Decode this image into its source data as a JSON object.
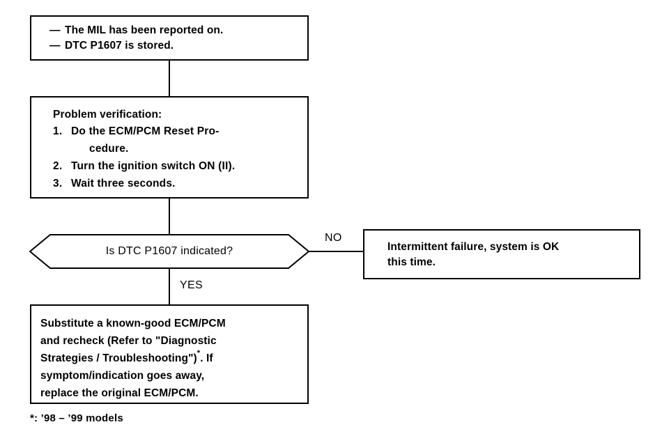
{
  "diagram": {
    "title": "DTC P1607 Troubleshooting Flowchart",
    "colors": {
      "line": "#000000",
      "background": "#ffffff",
      "text": "#000000"
    },
    "symptom": {
      "dash": "—",
      "lines": [
        "The MIL has been reported on.",
        "DTC P1607 is stored."
      ]
    },
    "verification": {
      "title": "Problem verification:",
      "steps": [
        {
          "num": "1.",
          "text": "Do the ECM/PCM Reset Pro-",
          "cont": "cedure."
        },
        {
          "num": "2.",
          "text": "Turn the ignition switch ON (II).",
          "cont": ""
        },
        {
          "num": "3.",
          "text": "Wait three seconds.",
          "cont": ""
        }
      ]
    },
    "decision": {
      "question": "Is DTC P1607 indicated?",
      "branch_no": "NO",
      "branch_yes": "YES"
    },
    "intermittent": {
      "lines": [
        "Intermittent failure, system is OK",
        "this time."
      ]
    },
    "substitute": {
      "lines": [
        "Substitute a  known-good ECM/PCM",
        "and recheck (Refer to \"Diagnostic",
        "Strategies / Troubleshooting\")",
        ". If",
        "symptom/indication goes  away,",
        "replace the original ECM/PCM."
      ],
      "asterisk": "*"
    },
    "footnote": "*: ’98 – ’99 models"
  }
}
